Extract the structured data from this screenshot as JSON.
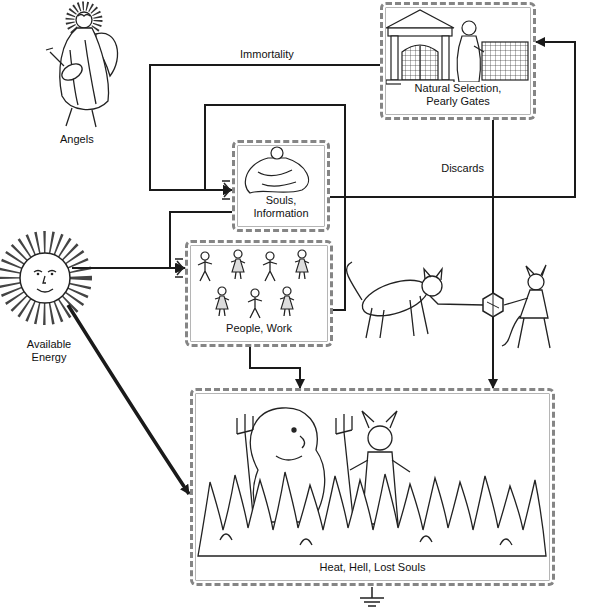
{
  "diagram": {
    "nodes": [
      {
        "text": [
          "Natural Selection, Pearly Gates"
        ]
      },
      {
        "text": [
          "Souls, Information"
        ]
      },
      {
        "text": [
          "People, Work"
        ]
      },
      {
        "text": [
          "Heat, Hell, Lost Souls"
        ]
      }
    ],
    "edges": [
      {
        "from": 0,
        "to": 1,
        "arrow": "to",
        "label": "Immortality"
      },
      {
        "from": 1,
        "to": 0,
        "arrow": "to"
      },
      {
        "from": 0,
        "to": 3,
        "arrow": "to",
        "label": "Discards"
      },
      {
        "from": 1,
        "to": 2,
        "arrow": "to"
      },
      {
        "from": 2,
        "to": 1,
        "arrow": "to"
      },
      {
        "from": 2,
        "to": 3,
        "arrow": "to"
      }
    ],
    "labels": [
      "Angels",
      "Available Energy"
    ]
  }
}
